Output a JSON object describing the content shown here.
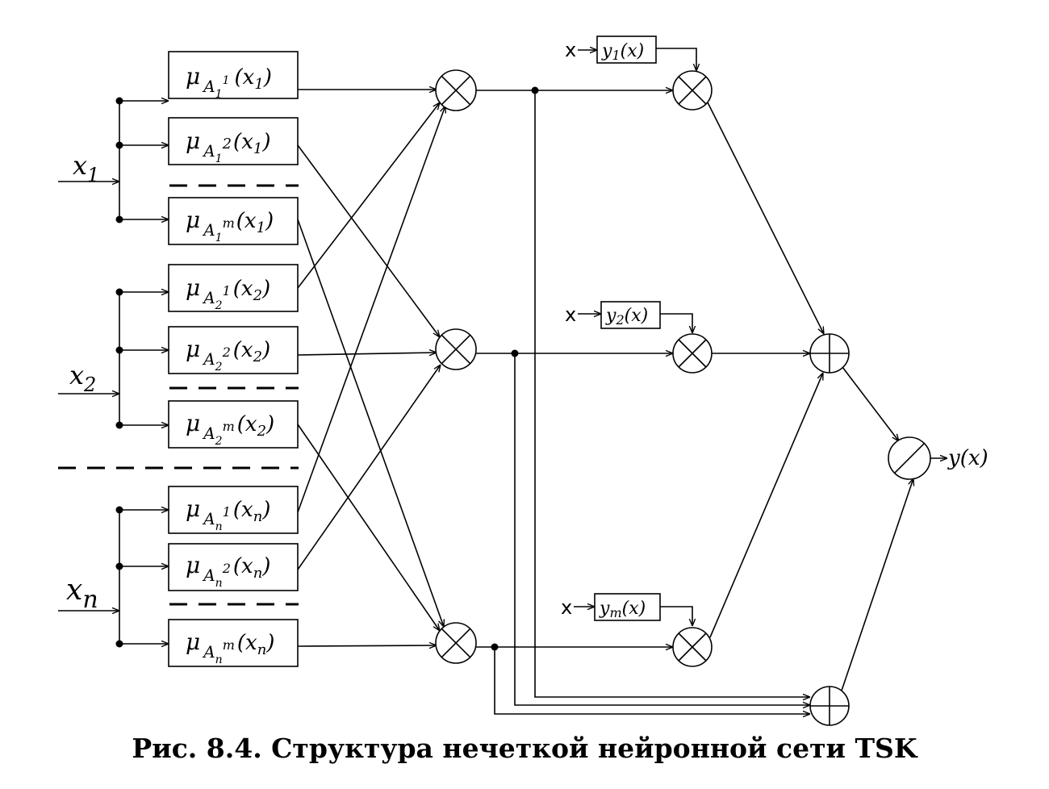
{
  "caption": "Рис. 8.4. Структура нечеткой нейронной сети TSK",
  "inputs": [
    {
      "base": "x",
      "sub": "1"
    },
    {
      "base": "x",
      "sub": "2"
    },
    {
      "base": "x",
      "sub": "n"
    }
  ],
  "mu_symbol": "μ",
  "memberships": [
    {
      "set": "A",
      "set_sub": "1",
      "set_sup": "1",
      "arg": "x",
      "arg_sub": "1"
    },
    {
      "set": "A",
      "set_sub": "1",
      "set_sup": "2",
      "arg": "x",
      "arg_sub": "1"
    },
    {
      "set": "A",
      "set_sub": "1",
      "set_sup": "m",
      "arg": "x",
      "arg_sub": "1"
    },
    {
      "set": "A",
      "set_sub": "2",
      "set_sup": "1",
      "arg": "x",
      "arg_sub": "2"
    },
    {
      "set": "A",
      "set_sub": "2",
      "set_sup": "2",
      "arg": "x",
      "arg_sub": "2"
    },
    {
      "set": "A",
      "set_sub": "2",
      "set_sup": "m",
      "arg": "x",
      "arg_sub": "2"
    },
    {
      "set": "A",
      "set_sub": "n",
      "set_sup": "1",
      "arg": "x",
      "arg_sub": "n"
    },
    {
      "set": "A",
      "set_sub": "n",
      "set_sup": "2",
      "arg": "x",
      "arg_sub": "n"
    },
    {
      "set": "A",
      "set_sub": "n",
      "set_sup": "m",
      "arg": "x",
      "arg_sub": "n"
    }
  ],
  "consequents": [
    {
      "input_label": "x",
      "fn": "y",
      "fn_sub": "1",
      "arg": "x"
    },
    {
      "input_label": "x",
      "fn": "y",
      "fn_sub": "2",
      "arg": "x"
    },
    {
      "input_label": "x",
      "fn": "y",
      "fn_sub": "m",
      "arg": "x"
    }
  ],
  "output": {
    "fn": "y",
    "arg": "x"
  }
}
